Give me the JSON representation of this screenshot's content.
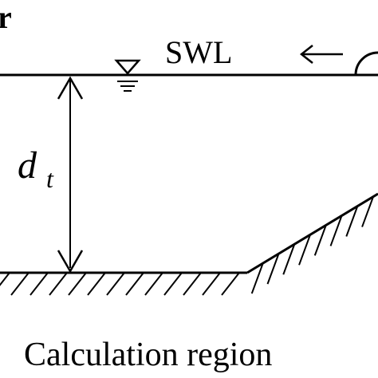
{
  "labels": {
    "corner_fragment": "r",
    "water_level": "SWL",
    "depth_symbol": "d",
    "depth_subscript": "t",
    "region_caption": "Calculation region"
  },
  "icons": {
    "water_level_marker": "inverted-triangle-swl-symbol",
    "wave_direction": "left-arrow-icon",
    "wave_crest": "semicircle-wave-icon",
    "depth_dimension": "double-headed-arrow-icon"
  },
  "colors": {
    "stroke": "#000000",
    "background": "#ffffff"
  }
}
